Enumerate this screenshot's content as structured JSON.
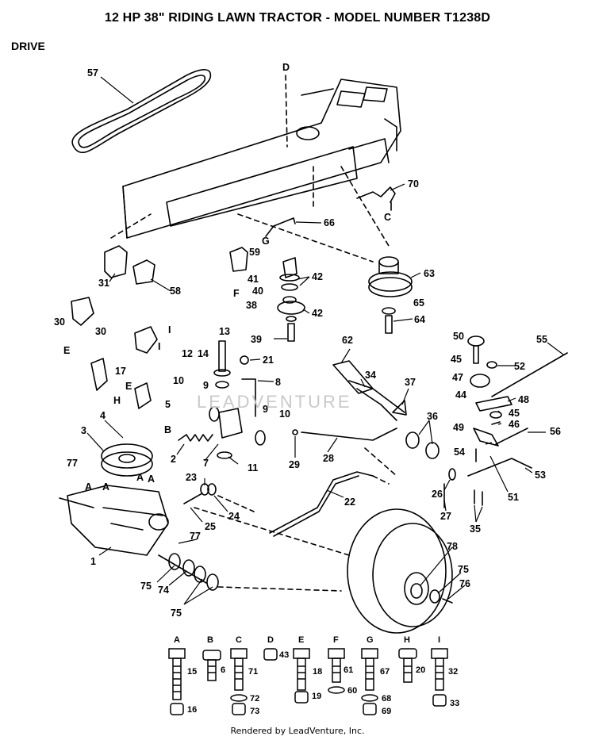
{
  "title": "12 HP 38\" RIDING LAWN TRACTOR - MODEL NUMBER T1238D",
  "section": "DRIVE",
  "footer": "Rendered by LeadVenture, Inc.",
  "watermark": "LEADVENTURE",
  "callouts": [
    "57",
    "D",
    "70",
    "C",
    "66",
    "G",
    "59",
    "F",
    "31",
    "58",
    "41",
    "42",
    "40",
    "38",
    "39",
    "63",
    "65",
    "64",
    "30",
    "13",
    "14",
    "12",
    "21",
    "8",
    "10",
    "9",
    "17",
    "5",
    "E",
    "H",
    "B",
    "4",
    "3",
    "2",
    "7",
    "11",
    "50",
    "52",
    "45",
    "47",
    "44",
    "48",
    "46",
    "49",
    "55",
    "56",
    "62",
    "34",
    "37",
    "36",
    "29",
    "28",
    "54",
    "53",
    "26",
    "51",
    "27",
    "35",
    "22",
    "23",
    "24",
    "25",
    "77",
    "A",
    "1",
    "75",
    "74",
    "78",
    "76",
    "I"
  ],
  "hardware": [
    {
      "letter": "A",
      "parts": [
        "15",
        "16"
      ]
    },
    {
      "letter": "B",
      "parts": [
        "6"
      ]
    },
    {
      "letter": "C",
      "parts": [
        "71",
        "72",
        "73"
      ]
    },
    {
      "letter": "D",
      "parts": [
        "43"
      ]
    },
    {
      "letter": "E",
      "parts": [
        "18",
        "19"
      ]
    },
    {
      "letter": "F",
      "parts": [
        "61",
        "60"
      ]
    },
    {
      "letter": "G",
      "parts": [
        "67",
        "68",
        "69"
      ]
    },
    {
      "letter": "H",
      "parts": [
        "20"
      ]
    },
    {
      "letter": "I",
      "parts": [
        "32",
        "33"
      ]
    }
  ]
}
